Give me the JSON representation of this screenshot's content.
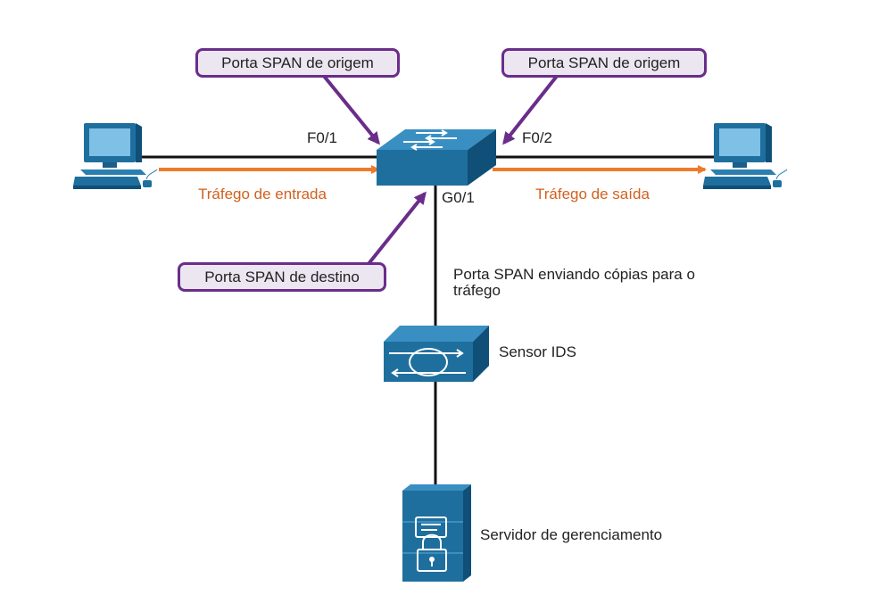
{
  "callouts": {
    "source_left": "Porta SPAN de origem",
    "source_right": "Porta SPAN de origem",
    "destination": "Porta SPAN de destino"
  },
  "ports": {
    "f01": "F0/1",
    "f02": "F0/2",
    "g01": "G0/1"
  },
  "traffic": {
    "ingress": "Tráfego de entrada",
    "egress": "Tráfego de saída"
  },
  "span_copy_note": {
    "line1": "Porta SPAN enviando cópias para o",
    "line2": "tráfego"
  },
  "devices": {
    "ids_sensor": "Sensor IDS",
    "management_server": "Servidor de gerenciamento"
  },
  "colors": {
    "device_blue": "#1f6f9e",
    "traffic_orange": "#ee7a2a",
    "callout_border": "#6a2d8a",
    "callout_fill": "#ece6f1",
    "link_line": "#111111"
  }
}
